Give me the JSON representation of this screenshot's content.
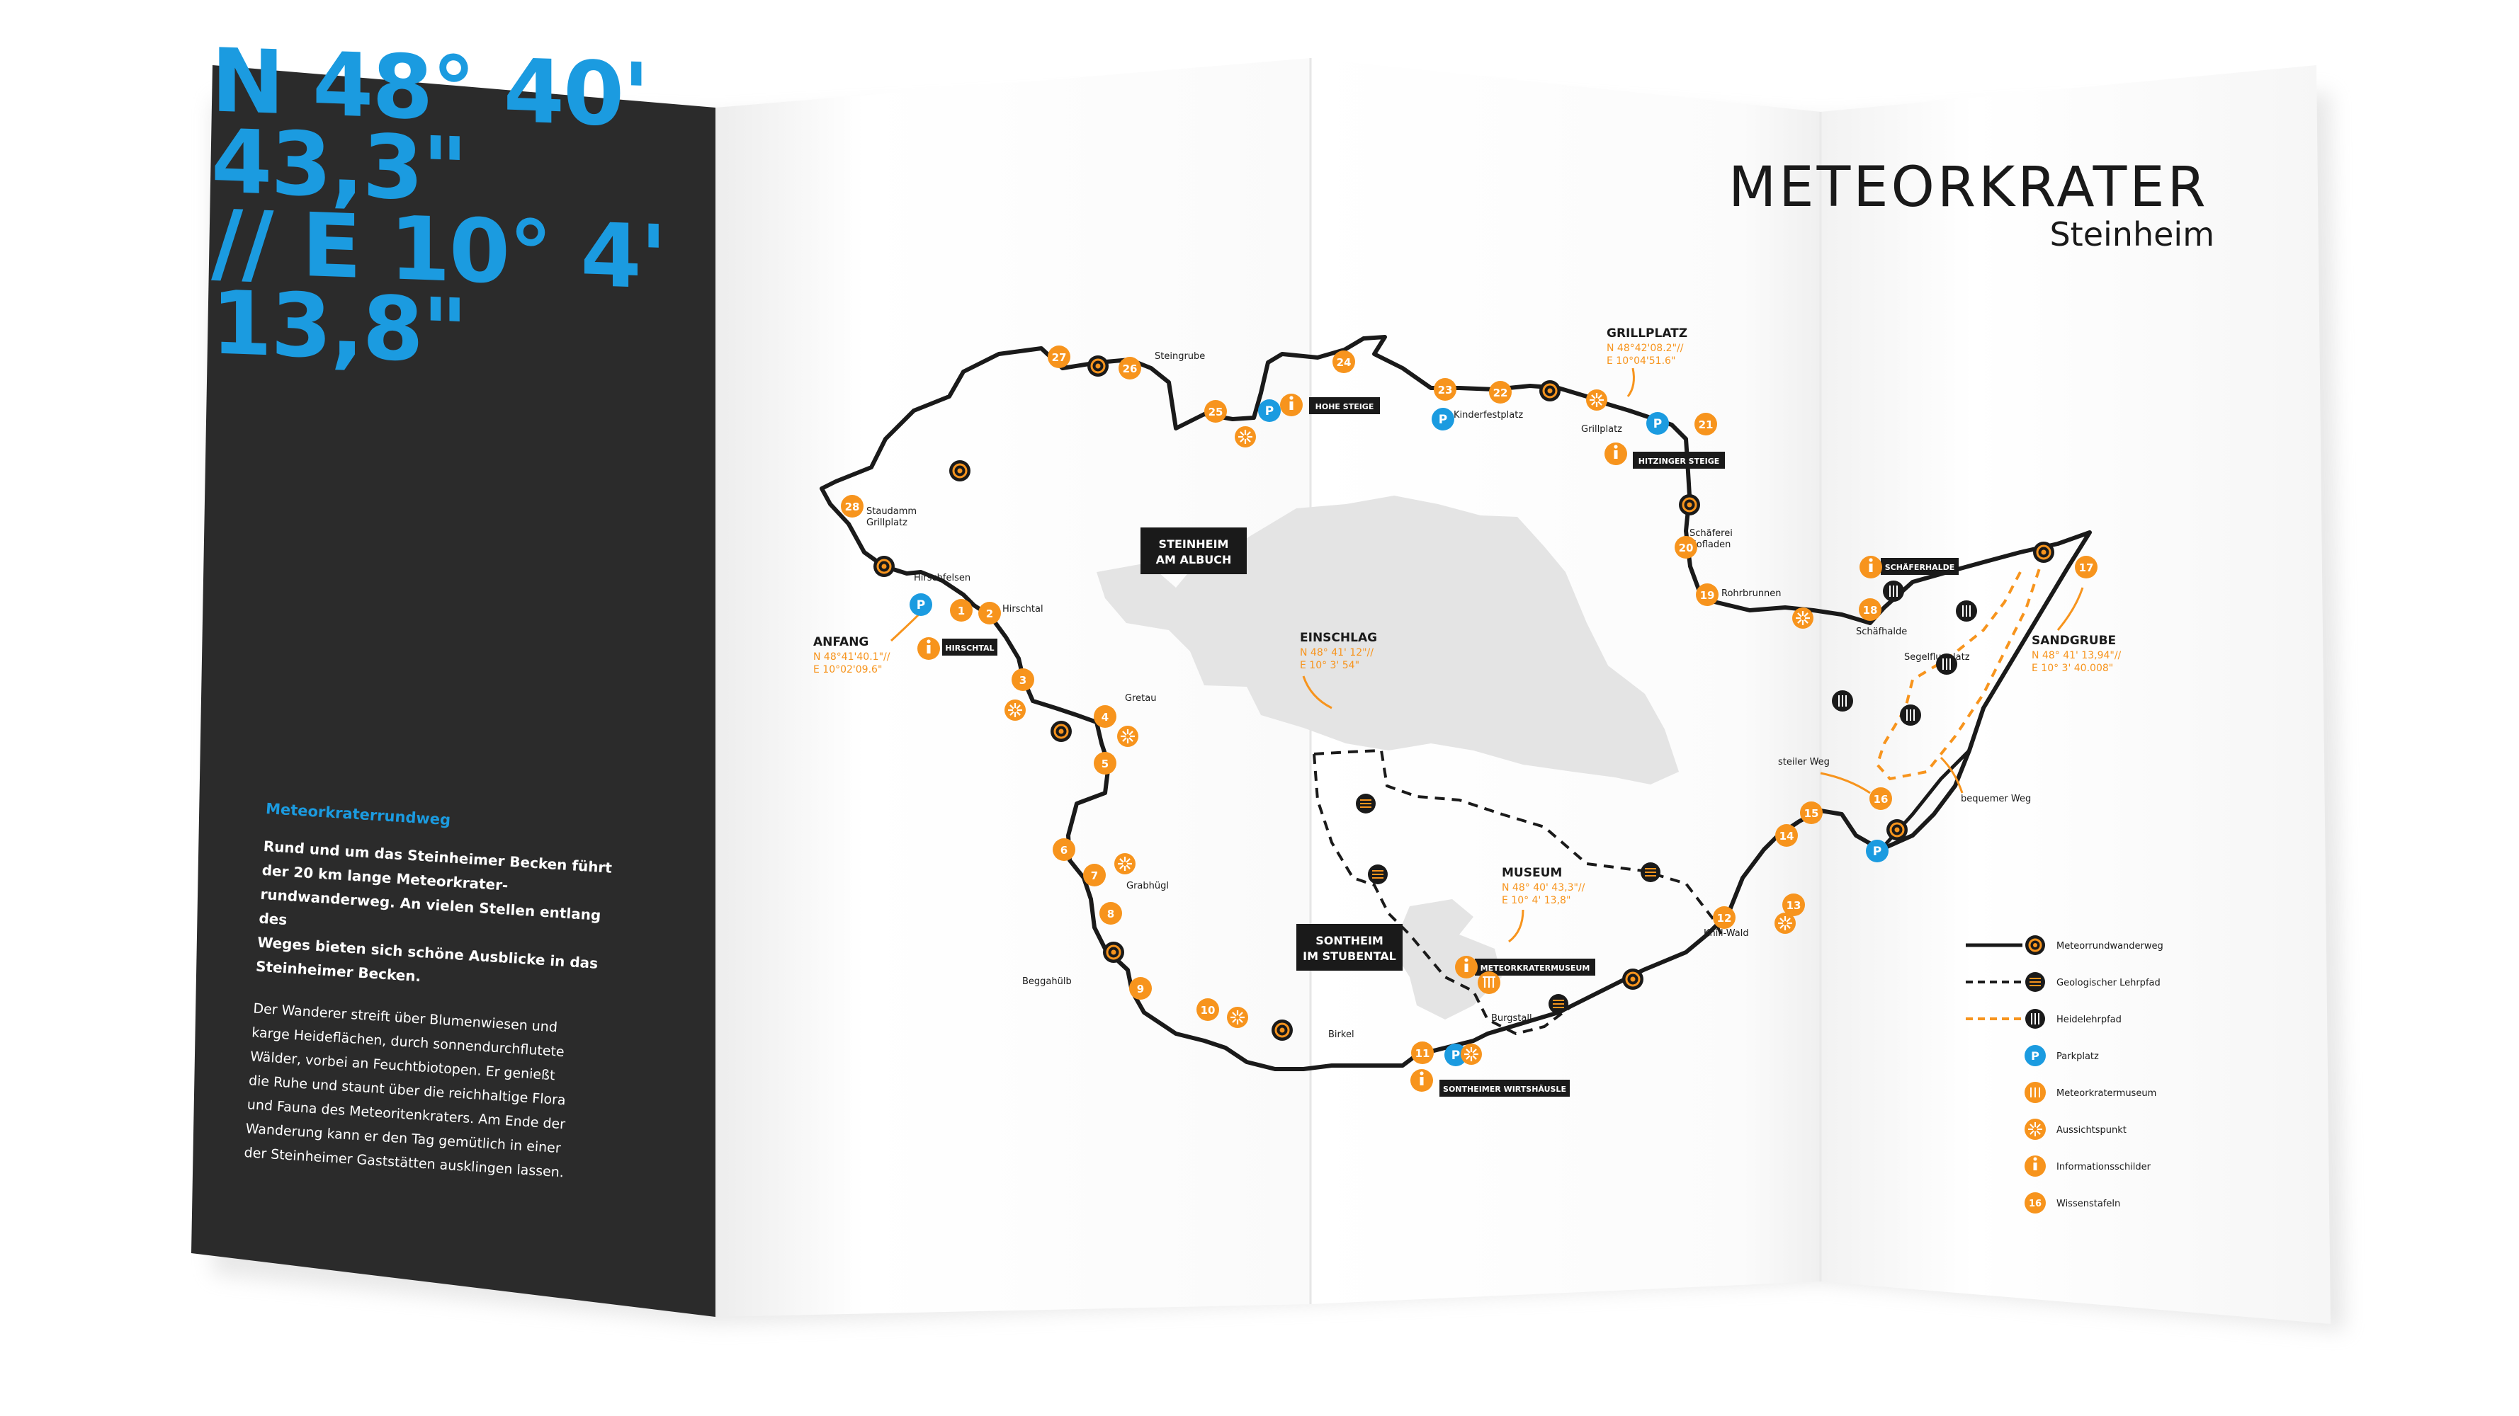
{
  "intro": {
    "coordinates": [
      "N 48° 40'",
      "43,3\"",
      "// E 10° 4'",
      "13,8\""
    ],
    "title": "Meteorkraterrundweg",
    "lead": [
      "Rund und um das Steinheimer Becken führt",
      "der 20 km lange Meteorkrater-",
      "rundwanderweg. An vielen Stellen entlang des",
      "Weges bieten sich schöne Ausblicke in das",
      "Steinheimer Becken."
    ],
    "body": [
      "Der Wanderer streift über Blumenwiesen und",
      "karge Heideflächen, durch sonnendurchflutete",
      "Wälder, vorbei an Feuchtbiotopen. Er genießt",
      "die Ruhe und staunt über die reichhaltige Flora",
      "und Fauna des Meteoritenkraters. Am Ende der",
      "Wanderung kann er den Tag gemütlich in einer",
      "der Steinheimer Gaststätten ausklingen lassen."
    ]
  },
  "brand": {
    "title": "METEORKRATER",
    "subtitle": "Steinheim"
  },
  "colors": {
    "dark": "#2b2b2b",
    "blue": "#1b9be0",
    "orange": "#f7941d",
    "route": "#1a1a1a",
    "town": "#e4e4e4"
  },
  "map": {
    "towns": [
      "STEINHEIM",
      "AM ALBUCH",
      "SONTHEIM",
      "IM STUBENTAL"
    ],
    "callouts": {
      "anfang": {
        "title": "ANFANG",
        "lines": [
          "N 48°41'40.1\"//",
          "E 10°02'09.6\""
        ]
      },
      "grillplatz": {
        "title": "GRILLPLATZ",
        "lines": [
          "N 48°42'08.2\"//",
          "E 10°04'51.6\""
        ]
      },
      "einschlag": {
        "title": "EINSCHLAG",
        "lines": [
          "N 48° 41' 12\"//",
          "E 10° 3' 54\""
        ]
      },
      "museum": {
        "title": "MUSEUM",
        "lines": [
          "N 48° 40' 43,3\"//",
          "E 10° 4' 13,8\""
        ]
      },
      "sandgrube": {
        "title": "SANDGRUBE",
        "lines": [
          "N 48° 41' 13,94\"//",
          "E 10° 3' 40.008\""
        ]
      }
    },
    "info_signs": [
      "HOHE STEIGE",
      "HITZINGER STEIGE",
      "HIRSCHTAL",
      "SCHÄFERHALDE",
      "METEORKRATERMUSEUM",
      "SONTHEIMER WIRTSHÄUSLE"
    ],
    "place_labels": [
      "Steingrube",
      "Staudamm",
      "Grillplatz",
      "Hirschfelsen",
      "Hirschtal",
      "Gretau",
      "Grabhügl",
      "Beggahülb",
      "Birkel",
      "Kinderfestplatz",
      "Grillplatz",
      "Schäferei",
      "Hofladen",
      "Rohrbrunnen",
      "Schäfhalde",
      "Segelflugplatz",
      "steiler Weg",
      "bequemer Weg",
      "Knill-Wald",
      "Burgstall"
    ],
    "stations": [
      "1",
      "2",
      "3",
      "4",
      "5",
      "6",
      "7",
      "8",
      "9",
      "10",
      "11",
      "12",
      "13",
      "14",
      "15",
      "16",
      "17",
      "18",
      "19",
      "20",
      "21",
      "22",
      "23",
      "24",
      "25",
      "26",
      "27",
      "28"
    ]
  },
  "legend": [
    "Meteorrundwanderweg",
    "Geologischer Lehrpfad",
    "Heidelehrpfad",
    "Parkplatz",
    "Meteorkratermuseum",
    "Aussichtspunkt",
    "Informationsschilder",
    "Wissenstafeln"
  ],
  "legend_sample_number": "16"
}
